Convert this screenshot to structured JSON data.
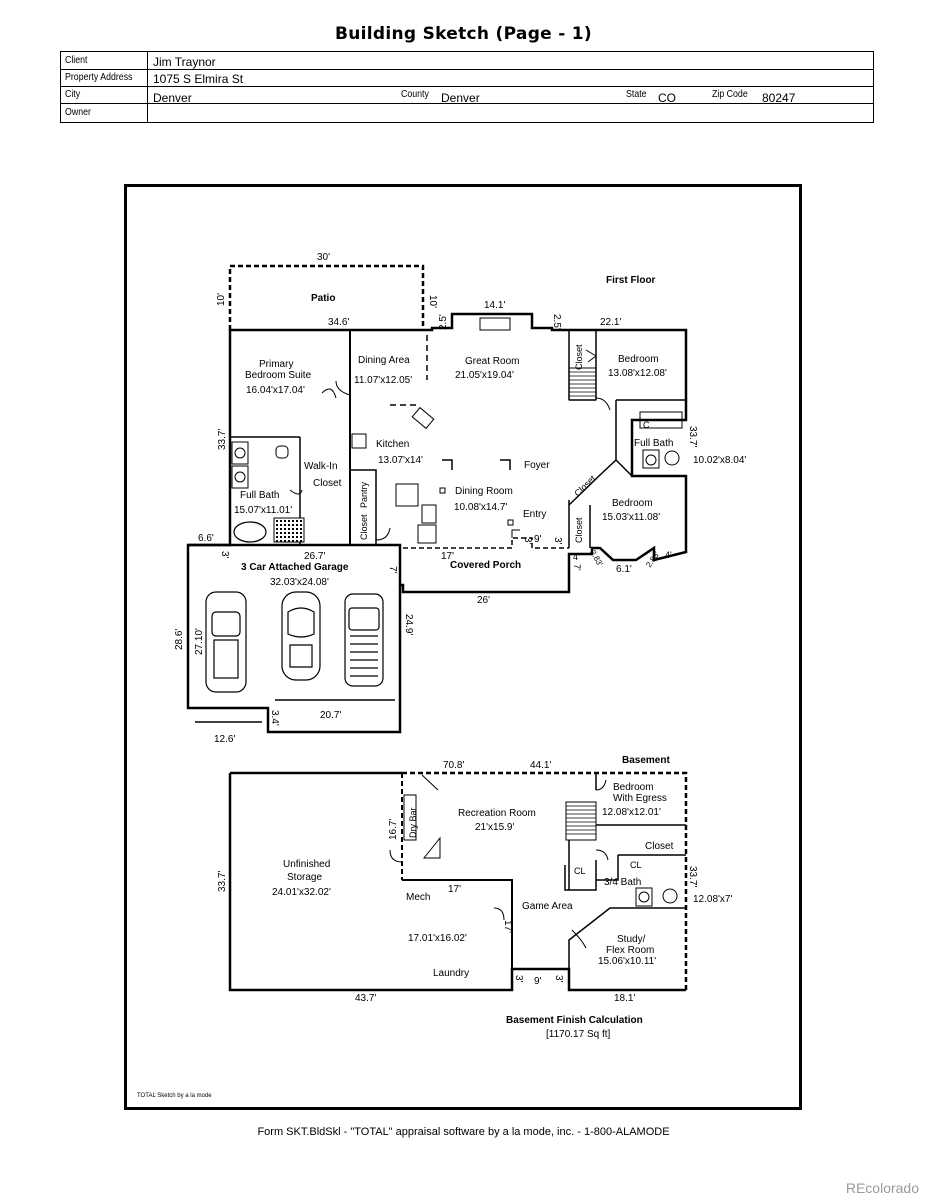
{
  "header": {
    "title": "Building Sketch (Page - 1)"
  },
  "info": {
    "client_label": "Client",
    "client": "Jim Traynor",
    "address_label": "Property Address",
    "address": "1075 S Elmira St",
    "city_label": "City",
    "city": "Denver",
    "county_label": "County",
    "county": "Denver",
    "state_label": "State",
    "state": "CO",
    "zip_label": "Zip Code",
    "zip": "80247",
    "owner_label": "Owner"
  },
  "first_floor": {
    "title": "First Floor",
    "dims": {
      "patio_top": "30'",
      "patio_left": "10'",
      "patio_right": "10'",
      "patio_bottom": "34.6'",
      "great_top": "14.1'",
      "left_jog": "2.5'",
      "right_jog": "2.5'",
      "bed_top": "22.1'",
      "left_wall": "33.7'",
      "right_wall": "33.7'",
      "wall_6_6": "6.6'",
      "wall_3": "3'",
      "garage_top": "26.7'",
      "porch_top": "17'",
      "porch_left": "7'",
      "entry_9": "9'",
      "entry_3": "3'",
      "porch_bottom": "26'",
      "bay_4a": "4'",
      "bay_283a": "2.83'",
      "bay_7": "7'",
      "bay_6_1": "6.1'",
      "bay_283b": "2.83'",
      "bay_4b": "4'",
      "garage_left": "28.6'",
      "garage_left_inner": "27.10'",
      "garage_right": "24.9'",
      "garage_3_4": "3.4'",
      "garage_bottom_left": "12.6'",
      "garage_bottom_right": "20.7'"
    },
    "rooms": {
      "patio": "Patio",
      "primary_suite": "Primary\nBedroom Suite",
      "primary_suite_dims": "16.04'x17.04'",
      "dining_area": "Dining Area",
      "dining_area_dims": "11.07'x12.05'",
      "great_room": "Great Room",
      "great_room_dims": "21.05'x19.04'",
      "bedroom1": "Bedroom",
      "bedroom1_dims": "13.08'x12.08'",
      "kitchen": "Kitchen",
      "kitchen_dims": "13.07'x14'",
      "walk_in": "Walk-In",
      "walk_in2": "Closet",
      "full_bath1": "Full Bath",
      "full_bath1_dims": "15.07'x11.01'",
      "full_bath2": "Full Bath",
      "full_bath2_dims": "10.02'x8.04'",
      "foyer": "Foyer",
      "dining_room": "Dining Room",
      "dining_room_dims": "10.08'x14.7'",
      "entry": "Entry",
      "bedroom2": "Bedroom",
      "bedroom2_dims": "15.03'x11.08'",
      "pantry": "Pantry",
      "closet": "Closet",
      "cl": "C",
      "covered_porch": "Covered Porch",
      "garage": "3 Car Attached Garage",
      "garage_dims": "32.03'x24.08'"
    }
  },
  "basement": {
    "title": "Basement",
    "dims": {
      "top_a": "70.8'",
      "top_b": "44.1'",
      "left": "33.7'",
      "inner": "16.7'",
      "mid": "17'",
      "right": "33.7'",
      "bottom": "43.7'",
      "step_3a": "3'",
      "step_9": "9'",
      "step_3b": "3'",
      "bottom_right": "18.1'",
      "ga_17": "17'"
    },
    "rooms": {
      "storage": "Unfinished\nStorage",
      "storage_dims": "24.01'x32.02'",
      "rec": "Recreation Room",
      "rec_dims": "21'x15.9'",
      "dry_bar": "Dry Bar",
      "bedroom": "Bedroom\nWith Egress",
      "bedroom_dims": "12.08'x12.01'",
      "closet": "Closet",
      "cl": "CL",
      "bath": "3/4 Bath",
      "bath_dims": "12.08'x7'",
      "mech": "Mech",
      "game": "Game Area",
      "laundry_dims": "17.01'x16.02'",
      "laundry": "Laundry",
      "study": "Study/\nFlex Room",
      "study_dims": "15.06'x10.11'"
    },
    "calc_title": "Basement Finish Calculation",
    "calc_value": "[1170.17 Sq ft]"
  },
  "credit": "TOTAL Sketch by a la mode",
  "footer": "Form SKT.BldSkl - \"TOTAL\" appraisal software by a la mode, inc. - 1-800-ALAMODE",
  "watermark": "REcolorado"
}
